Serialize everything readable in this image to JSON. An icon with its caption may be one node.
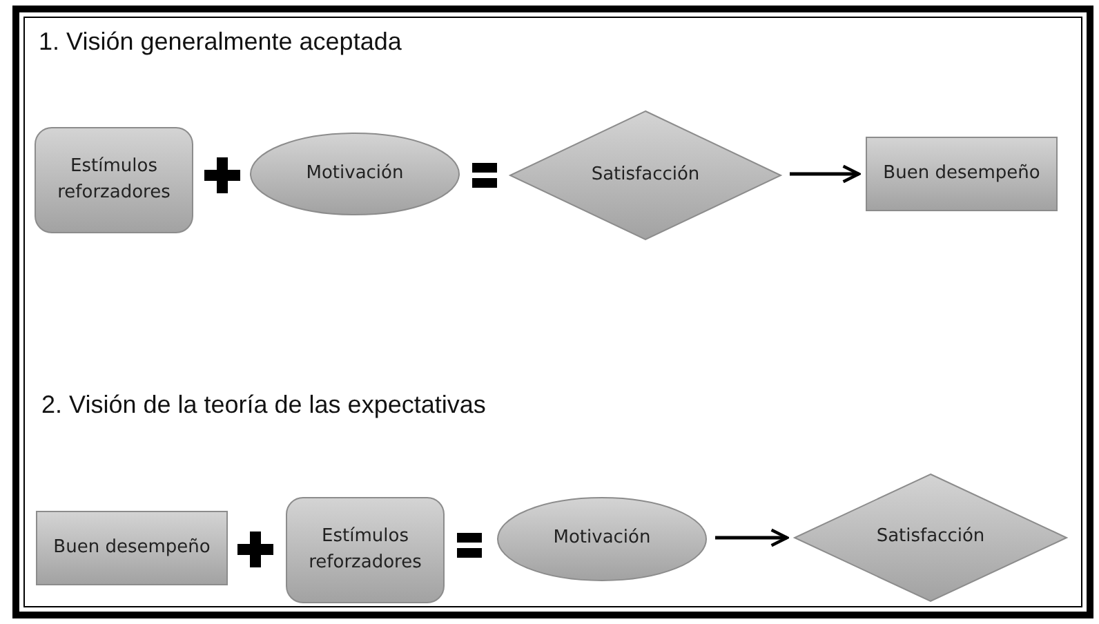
{
  "diagram": {
    "nodes": [
      {
        "text": [
          "Estímulos reforzadores"
        ]
      },
      {
        "text": [
          "Motivación"
        ]
      },
      {
        "text": [
          "Satisfacción"
        ]
      },
      {
        "text": [
          "Buen desempeño"
        ]
      },
      {
        "text": [
          "Buen desempeño"
        ]
      },
      {
        "text": [
          "Estímulos reforzadores"
        ]
      },
      {
        "text": [
          "Motivación"
        ]
      },
      {
        "text": [
          "Satisfacción"
        ]
      }
    ],
    "edges": [
      {
        "from": 2,
        "to": 3,
        "arrow": "to"
      },
      {
        "from": 6,
        "to": 7,
        "arrow": "to"
      }
    ],
    "labels": [
      "1. Visión generalmente aceptada",
      "2. Visión de la teoría de las expectativas"
    ]
  }
}
